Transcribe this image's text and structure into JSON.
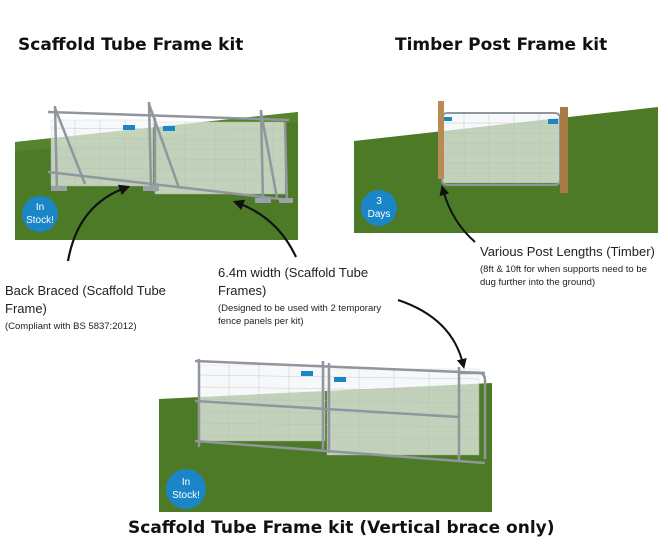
{
  "titles": {
    "scaffold_kit": "Scaffold Tube Frame kit",
    "timber_kit": "Timber Post Frame kit",
    "vertical_kit": "Scaffold Tube Frame kit (Vertical brace only)"
  },
  "badges": {
    "scaffold": [
      "In",
      "Stock!"
    ],
    "timber": [
      "3",
      "Days"
    ],
    "vertical": [
      "In",
      "Stock!"
    ]
  },
  "captions": {
    "back_braced": {
      "main": "Back Braced (Scaffold Tube Frame)",
      "sub": "(Compliant with BS 5837:2012)"
    },
    "width": {
      "main": "6.4m width (Scaffold Tube Frames)",
      "sub": "(Designed to be used with 2 temporary fence panels per kit)"
    },
    "post_lengths": {
      "main": "Various Post Lengths (Timber)",
      "sub": "(8ft & 10ft for when supports need to be dug further into the ground)"
    }
  },
  "colors": {
    "grass": "#4d7a26",
    "grass_dark": "#3f6a1e",
    "badge": "#1a86c8",
    "timber": "#b98a52",
    "steel": "#9aa1a8"
  }
}
